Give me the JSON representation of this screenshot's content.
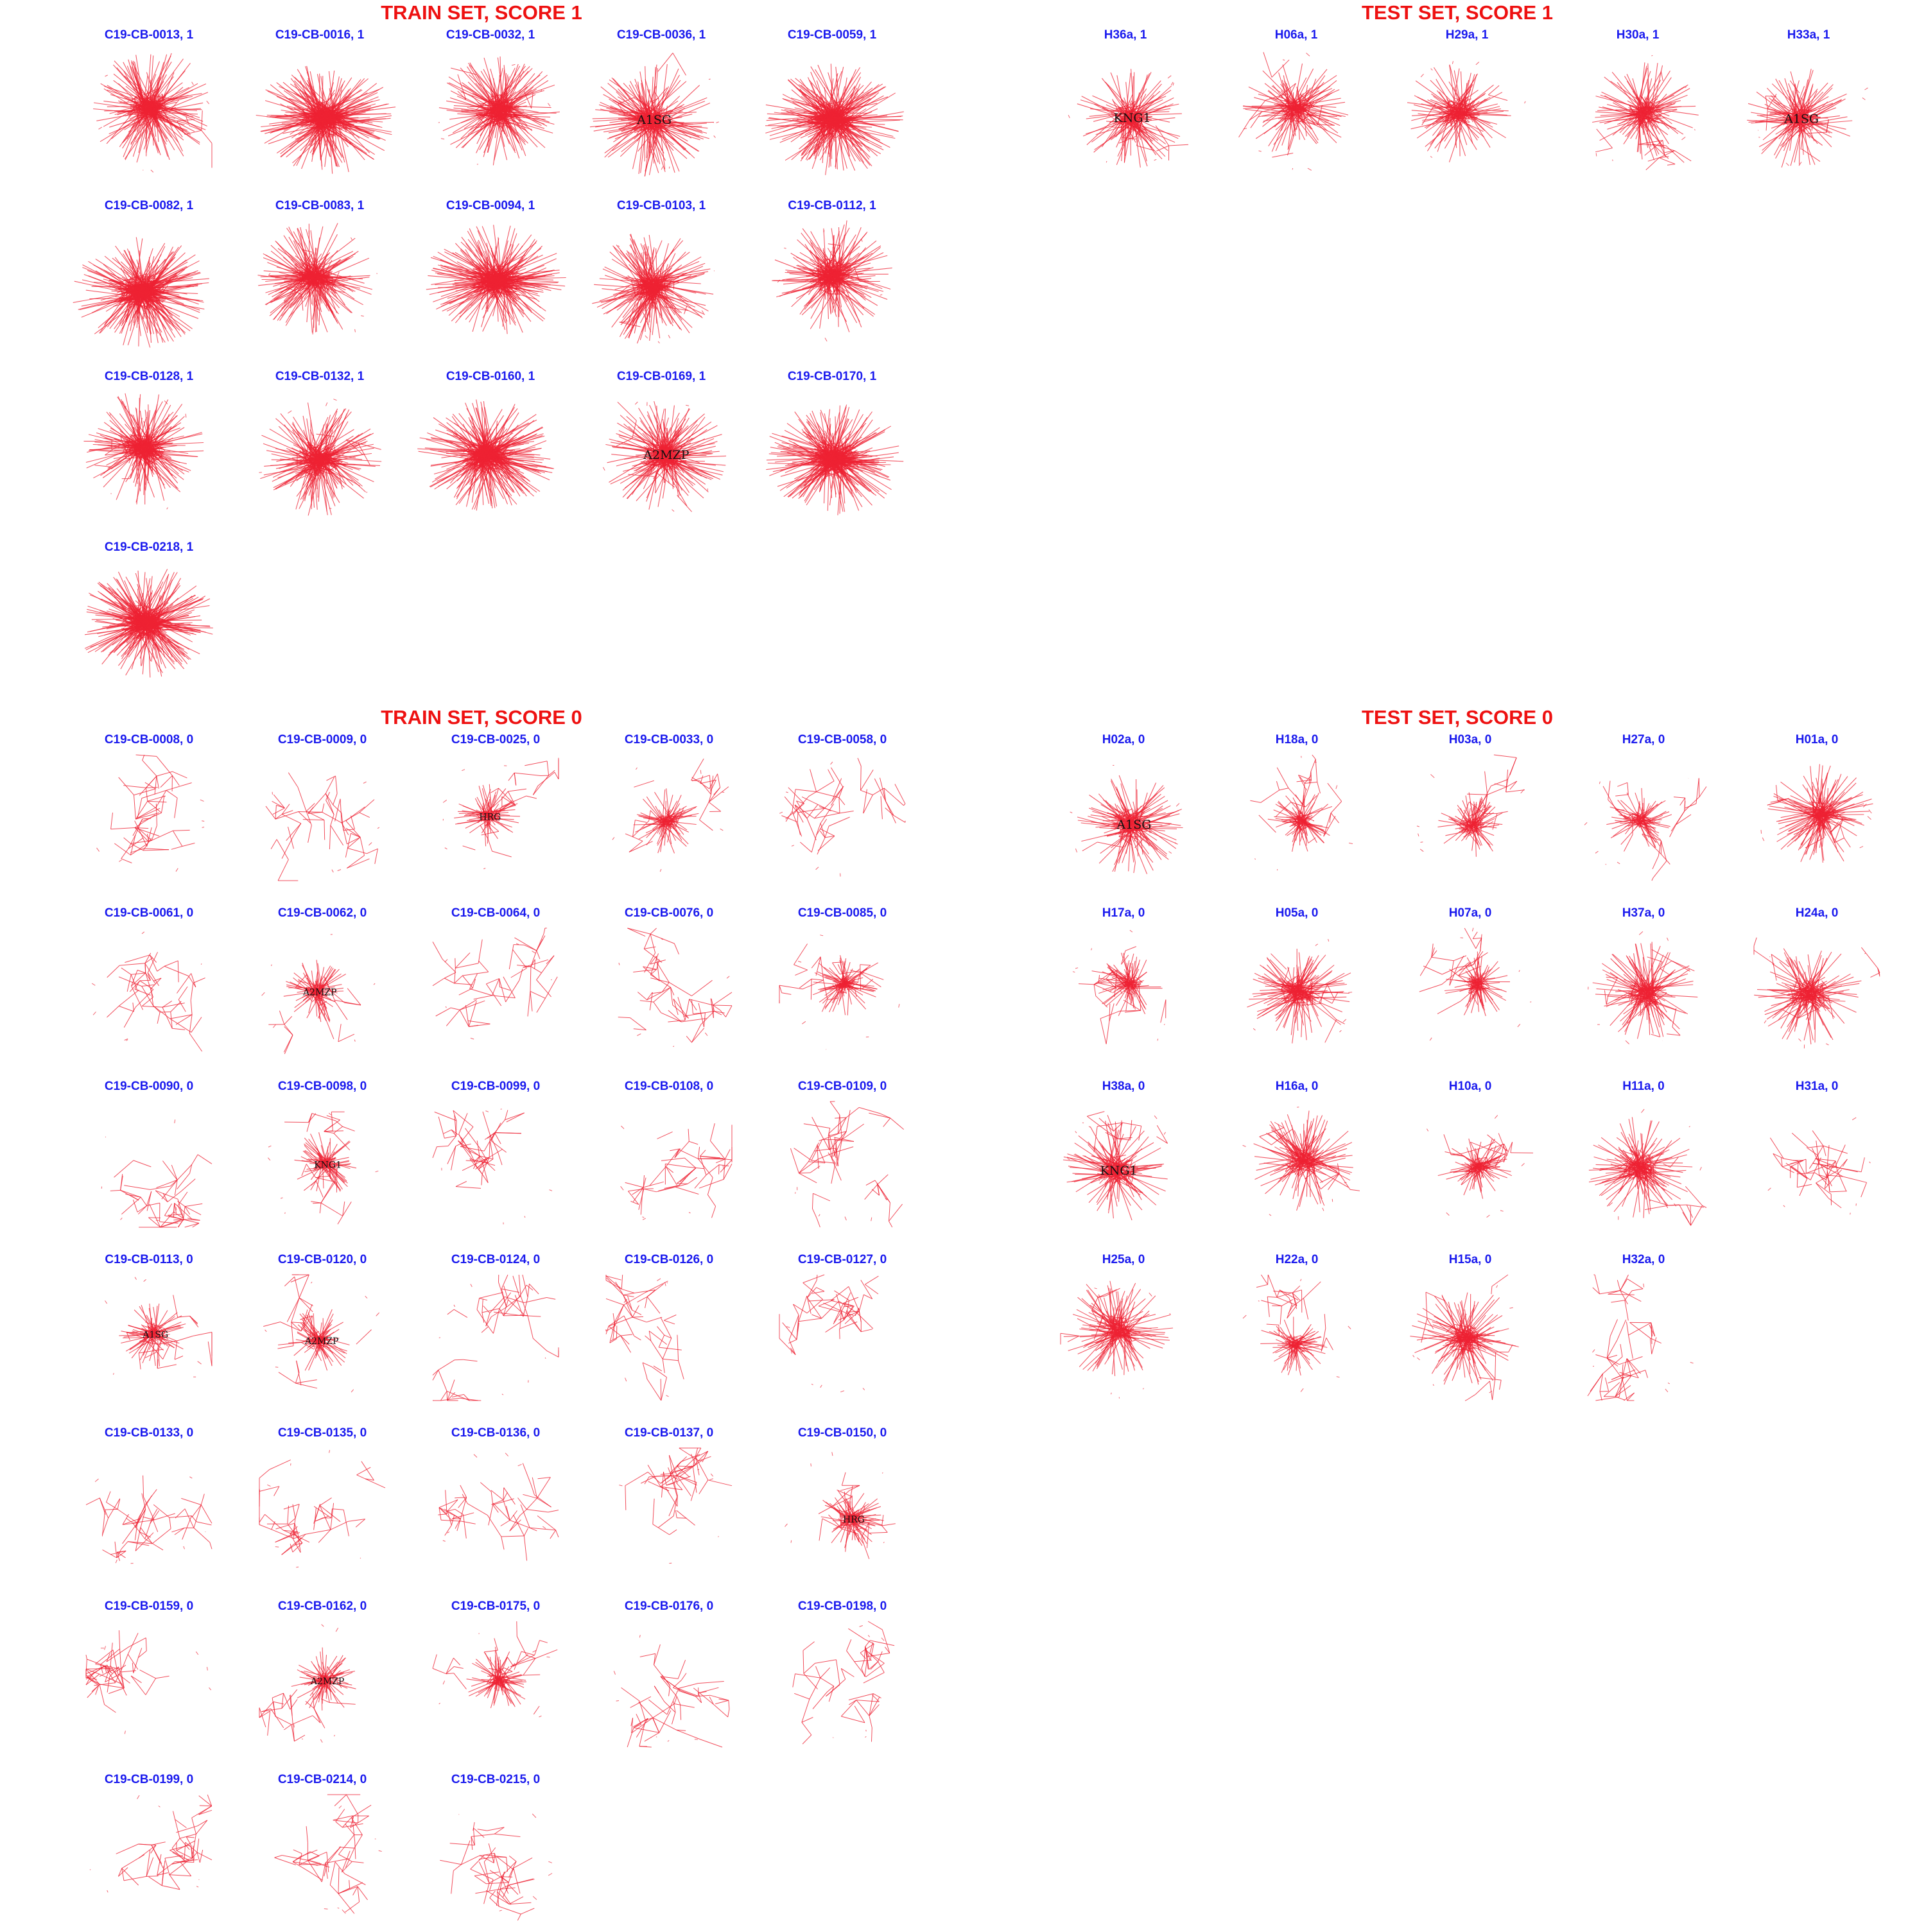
{
  "colors": {
    "title": "#ee1111",
    "panel_label": "#1a1aee",
    "edge": "#ee2233",
    "node_label": "#111111",
    "background": "#ffffff"
  },
  "groups": {
    "train_score1": {
      "title": "TRAIN SET, SCORE 1",
      "panels": [
        {
          "label": "C19-CB-0013, 1",
          "density": "dense",
          "node_label": ""
        },
        {
          "label": "C19-CB-0016, 1",
          "density": "very-dense",
          "node_label": ""
        },
        {
          "label": "C19-CB-0032, 1",
          "density": "dense",
          "node_label": ""
        },
        {
          "label": "C19-CB-0036, 1",
          "density": "dense",
          "node_label": "A1SG"
        },
        {
          "label": "C19-CB-0059, 1",
          "density": "very-dense",
          "node_label": ""
        },
        {
          "label": "C19-CB-0082, 1",
          "density": "very-dense",
          "node_label": ""
        },
        {
          "label": "C19-CB-0083, 1",
          "density": "dense",
          "node_label": ""
        },
        {
          "label": "C19-CB-0094, 1",
          "density": "very-dense",
          "node_label": ""
        },
        {
          "label": "C19-CB-0103, 1",
          "density": "dense",
          "node_label": ""
        },
        {
          "label": "C19-CB-0112, 1",
          "density": "dense",
          "node_label": ""
        },
        {
          "label": "C19-CB-0128, 1",
          "density": "dense",
          "node_label": ""
        },
        {
          "label": "C19-CB-0132, 1",
          "density": "dense",
          "node_label": ""
        },
        {
          "label": "C19-CB-0160, 1",
          "density": "very-dense",
          "node_label": ""
        },
        {
          "label": "C19-CB-0169, 1",
          "density": "dense",
          "node_label": "A2MZP"
        },
        {
          "label": "C19-CB-0170, 1",
          "density": "very-dense",
          "node_label": ""
        },
        {
          "label": "C19-CB-0218, 1",
          "density": "very-dense",
          "node_label": ""
        }
      ]
    },
    "test_score1": {
      "title": "TEST SET, SCORE 1",
      "panels": [
        {
          "label": "H36a, 1",
          "density": "medium",
          "node_label": "KNG1"
        },
        {
          "label": "H06a, 1",
          "density": "medium",
          "node_label": ""
        },
        {
          "label": "H29a, 1",
          "density": "medium",
          "node_label": ""
        },
        {
          "label": "H30a, 1",
          "density": "medium",
          "node_label": ""
        },
        {
          "label": "H33a, 1",
          "density": "medium",
          "node_label": "A1SG"
        }
      ]
    },
    "train_score0": {
      "title": "TRAIN SET, SCORE 0",
      "panels": [
        {
          "label": "C19-CB-0008, 0",
          "density": "sparse",
          "node_label": ""
        },
        {
          "label": "C19-CB-0009, 0",
          "density": "sparse",
          "node_label": ""
        },
        {
          "label": "C19-CB-0025, 0",
          "density": "light",
          "node_label": "HRG"
        },
        {
          "label": "C19-CB-0033, 0",
          "density": "light",
          "node_label": ""
        },
        {
          "label": "C19-CB-0058, 0",
          "density": "sparse",
          "node_label": ""
        },
        {
          "label": "C19-CB-0061, 0",
          "density": "sparse",
          "node_label": ""
        },
        {
          "label": "C19-CB-0062, 0",
          "density": "light",
          "node_label": "A2MZP"
        },
        {
          "label": "C19-CB-0064, 0",
          "density": "sparse",
          "node_label": ""
        },
        {
          "label": "C19-CB-0076, 0",
          "density": "sparse",
          "node_label": ""
        },
        {
          "label": "C19-CB-0085, 0",
          "density": "light",
          "node_label": ""
        },
        {
          "label": "C19-CB-0090, 0",
          "density": "sparse",
          "node_label": ""
        },
        {
          "label": "C19-CB-0098, 0",
          "density": "light",
          "node_label": "KNG1"
        },
        {
          "label": "C19-CB-0099, 0",
          "density": "sparse",
          "node_label": ""
        },
        {
          "label": "C19-CB-0108, 0",
          "density": "sparse",
          "node_label": ""
        },
        {
          "label": "C19-CB-0109, 0",
          "density": "sparse",
          "node_label": ""
        },
        {
          "label": "C19-CB-0113, 0",
          "density": "light",
          "node_label": "A1SG"
        },
        {
          "label": "C19-CB-0120, 0",
          "density": "light",
          "node_label": "A2MZP"
        },
        {
          "label": "C19-CB-0124, 0",
          "density": "sparse",
          "node_label": ""
        },
        {
          "label": "C19-CB-0126, 0",
          "density": "sparse",
          "node_label": ""
        },
        {
          "label": "C19-CB-0127, 0",
          "density": "sparse",
          "node_label": ""
        },
        {
          "label": "C19-CB-0133, 0",
          "density": "sparse",
          "node_label": ""
        },
        {
          "label": "C19-CB-0135, 0",
          "density": "sparse",
          "node_label": ""
        },
        {
          "label": "C19-CB-0136, 0",
          "density": "sparse",
          "node_label": ""
        },
        {
          "label": "C19-CB-0137, 0",
          "density": "sparse",
          "node_label": ""
        },
        {
          "label": "C19-CB-0150, 0",
          "density": "light",
          "node_label": "HRG"
        },
        {
          "label": "C19-CB-0159, 0",
          "density": "sparse",
          "node_label": ""
        },
        {
          "label": "C19-CB-0162, 0",
          "density": "light",
          "node_label": "A2MZP"
        },
        {
          "label": "C19-CB-0175, 0",
          "density": "light",
          "node_label": ""
        },
        {
          "label": "C19-CB-0176, 0",
          "density": "sparse",
          "node_label": ""
        },
        {
          "label": "C19-CB-0198, 0",
          "density": "sparse",
          "node_label": ""
        },
        {
          "label": "C19-CB-0199, 0",
          "density": "sparse",
          "node_label": ""
        },
        {
          "label": "C19-CB-0214, 0",
          "density": "sparse",
          "node_label": ""
        },
        {
          "label": "C19-CB-0215, 0",
          "density": "sparse",
          "node_label": ""
        }
      ]
    },
    "test_score0": {
      "title": "TEST SET, SCORE 0",
      "panels": [
        {
          "label": "H02a, 0",
          "density": "medium",
          "node_label": "A1SG"
        },
        {
          "label": "H18a, 0",
          "density": "light",
          "node_label": ""
        },
        {
          "label": "H03a, 0",
          "density": "light",
          "node_label": ""
        },
        {
          "label": "H27a, 0",
          "density": "light",
          "node_label": ""
        },
        {
          "label": "H01a, 0",
          "density": "medium",
          "node_label": ""
        },
        {
          "label": "H17a, 0",
          "density": "light",
          "node_label": ""
        },
        {
          "label": "H05a, 0",
          "density": "medium",
          "node_label": ""
        },
        {
          "label": "H07a, 0",
          "density": "light",
          "node_label": ""
        },
        {
          "label": "H37a, 0",
          "density": "medium",
          "node_label": ""
        },
        {
          "label": "H24a, 0",
          "density": "medium",
          "node_label": ""
        },
        {
          "label": "H38a, 0",
          "density": "medium",
          "node_label": "KNG1"
        },
        {
          "label": "H16a, 0",
          "density": "medium",
          "node_label": ""
        },
        {
          "label": "H10a, 0",
          "density": "light",
          "node_label": ""
        },
        {
          "label": "H11a, 0",
          "density": "medium",
          "node_label": ""
        },
        {
          "label": "H31a, 0",
          "density": "sparse",
          "node_label": ""
        },
        {
          "label": "H25a, 0",
          "density": "medium",
          "node_label": ""
        },
        {
          "label": "H22a, 0",
          "density": "light",
          "node_label": ""
        },
        {
          "label": "H15a, 0",
          "density": "medium",
          "node_label": ""
        },
        {
          "label": "H32a, 0",
          "density": "sparse",
          "node_label": ""
        }
      ]
    }
  }
}
